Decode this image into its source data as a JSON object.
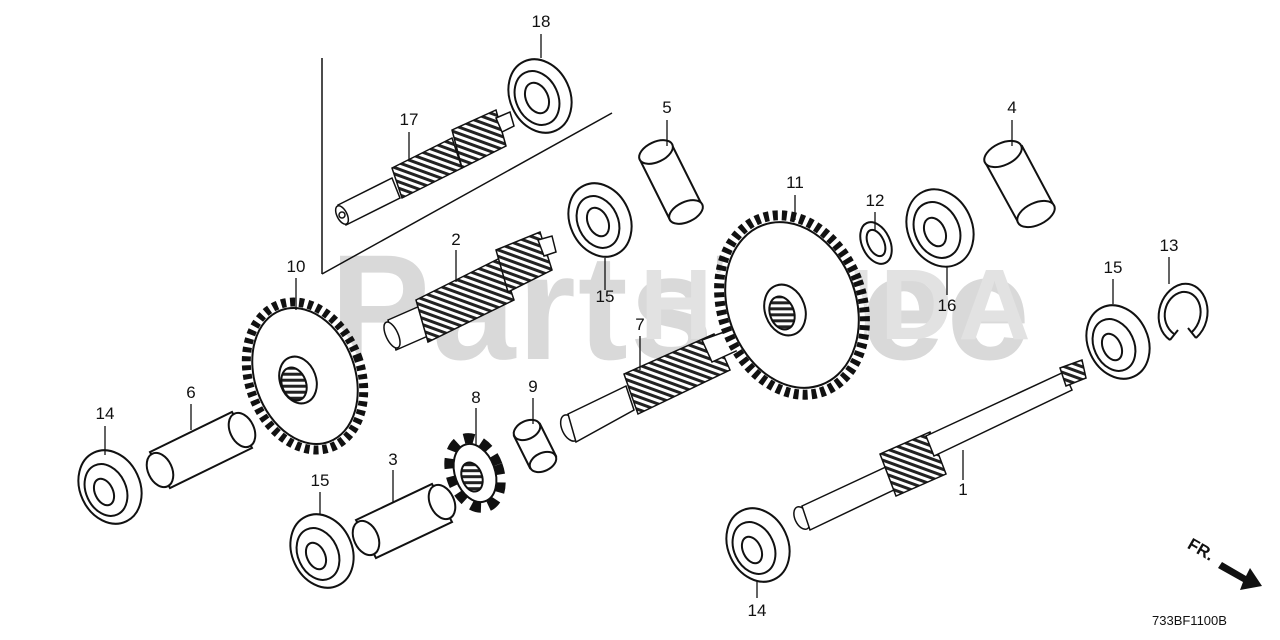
{
  "watermark": {
    "brand": "PartsTree",
    "oem": "HONDA"
  },
  "callouts": [
    "1",
    "2",
    "3",
    "4",
    "5",
    "6",
    "7",
    "8",
    "9",
    "10",
    "11",
    "12",
    "13",
    "14",
    "14",
    "15",
    "15",
    "15",
    "16",
    "17",
    "18"
  ],
  "parts": [
    {
      "id": "1",
      "kind": "countershaft"
    },
    {
      "id": "2",
      "kind": "shaft"
    },
    {
      "id": "3",
      "kind": "collar"
    },
    {
      "id": "4",
      "kind": "ring"
    },
    {
      "id": "5",
      "kind": "ring"
    },
    {
      "id": "6",
      "kind": "collar"
    },
    {
      "id": "7",
      "kind": "shaft"
    },
    {
      "id": "8",
      "kind": "sprocket"
    },
    {
      "id": "9",
      "kind": "bushing"
    },
    {
      "id": "10",
      "kind": "gear"
    },
    {
      "id": "11",
      "kind": "gear"
    },
    {
      "id": "12",
      "kind": "washer"
    },
    {
      "id": "13",
      "kind": "circlip"
    },
    {
      "id": "14",
      "kind": "bearing"
    },
    {
      "id": "15",
      "kind": "bearing"
    },
    {
      "id": "16",
      "kind": "bearing"
    },
    {
      "id": "17",
      "kind": "shaft"
    },
    {
      "id": "18",
      "kind": "bearing"
    }
  ],
  "direction_marker": "FR.",
  "diagram_code": "733BF1100B"
}
